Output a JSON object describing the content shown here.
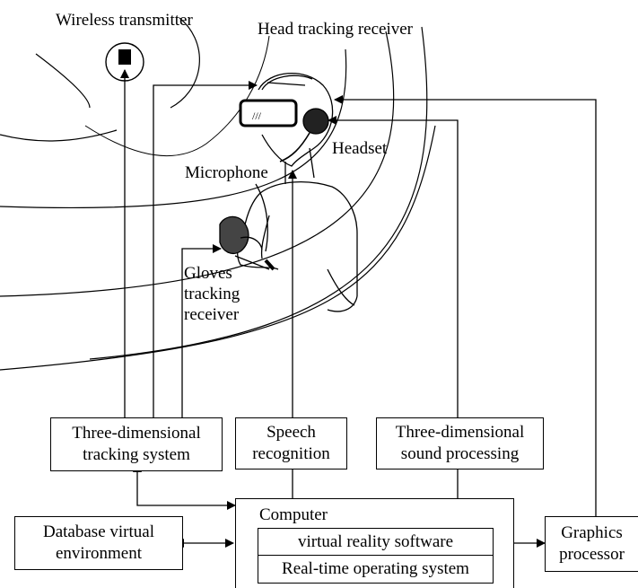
{
  "labels": {
    "wireless_transmitter": "Wireless transmitter",
    "head_tracking_receiver": "Head tracking receiver",
    "headset": "Headset",
    "microphone": "Microphone",
    "gloves_tracking_receiver_line1": "Gloves",
    "gloves_tracking_receiver_line2": "tracking",
    "gloves_tracking_receiver_line3": "receiver"
  },
  "boxes": {
    "tracking_line1": "Three-dimensional",
    "tracking_line2": "tracking system",
    "speech_line1": "Speech",
    "speech_line2": "recognition",
    "sound_line1": "Three-dimensional",
    "sound_line2": "sound processing",
    "database_line1": "Database virtual",
    "database_line2": "environment",
    "computer": "Computer",
    "vr_software": "virtual reality software",
    "rtos": "Real-time operating system",
    "graphics_line1": "Graphics",
    "graphics_line2": "processor"
  },
  "colors": {
    "stroke": "#000000",
    "background": "#ffffff"
  }
}
